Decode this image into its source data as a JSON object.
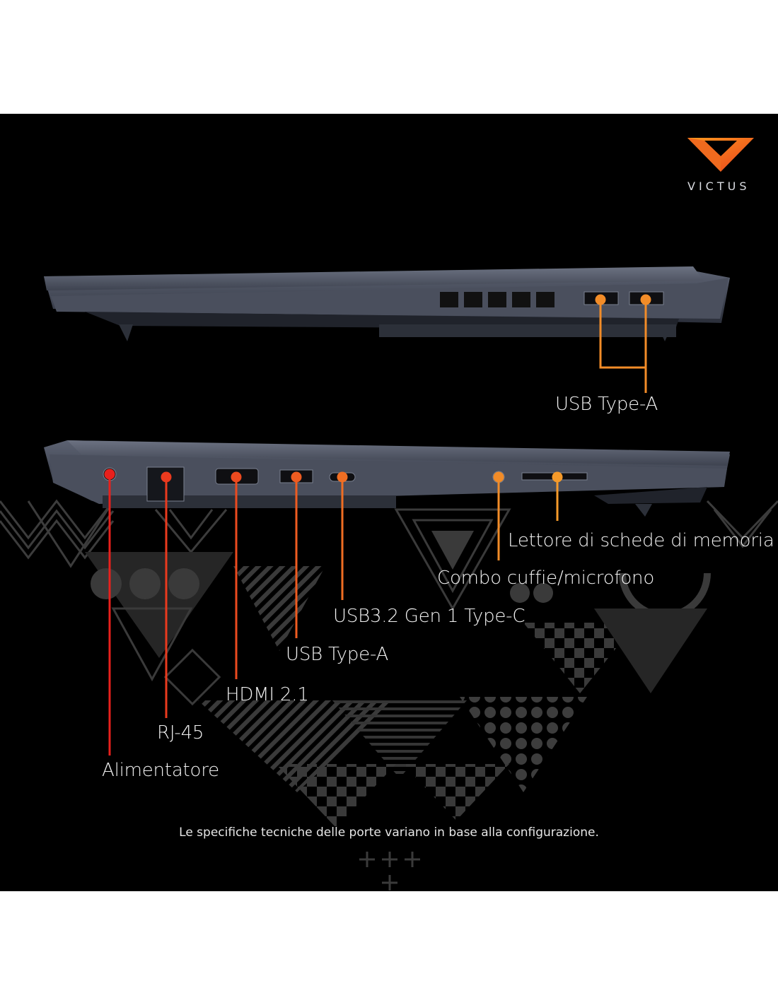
{
  "brand": {
    "name": "VICTUS",
    "logo_icon": "victus-v-logo-icon",
    "accent_orange": "#f28c28",
    "accent_red": "#e8201c"
  },
  "callouts": {
    "right_side": [
      {
        "label": "USB Type-A"
      }
    ],
    "left_side": [
      {
        "label": "Lettore di schede di memoria"
      },
      {
        "label": "Combo cuffie/microfono"
      },
      {
        "label": "USB3.2 Gen 1 Type-C"
      },
      {
        "label": "USB Type-A"
      },
      {
        "label": "HDMI 2.1"
      },
      {
        "label": "RJ-45"
      },
      {
        "label": "Alimentatore"
      }
    ]
  },
  "footnote": "Le specifiche tecniche delle porte variano in base alla configurazione."
}
